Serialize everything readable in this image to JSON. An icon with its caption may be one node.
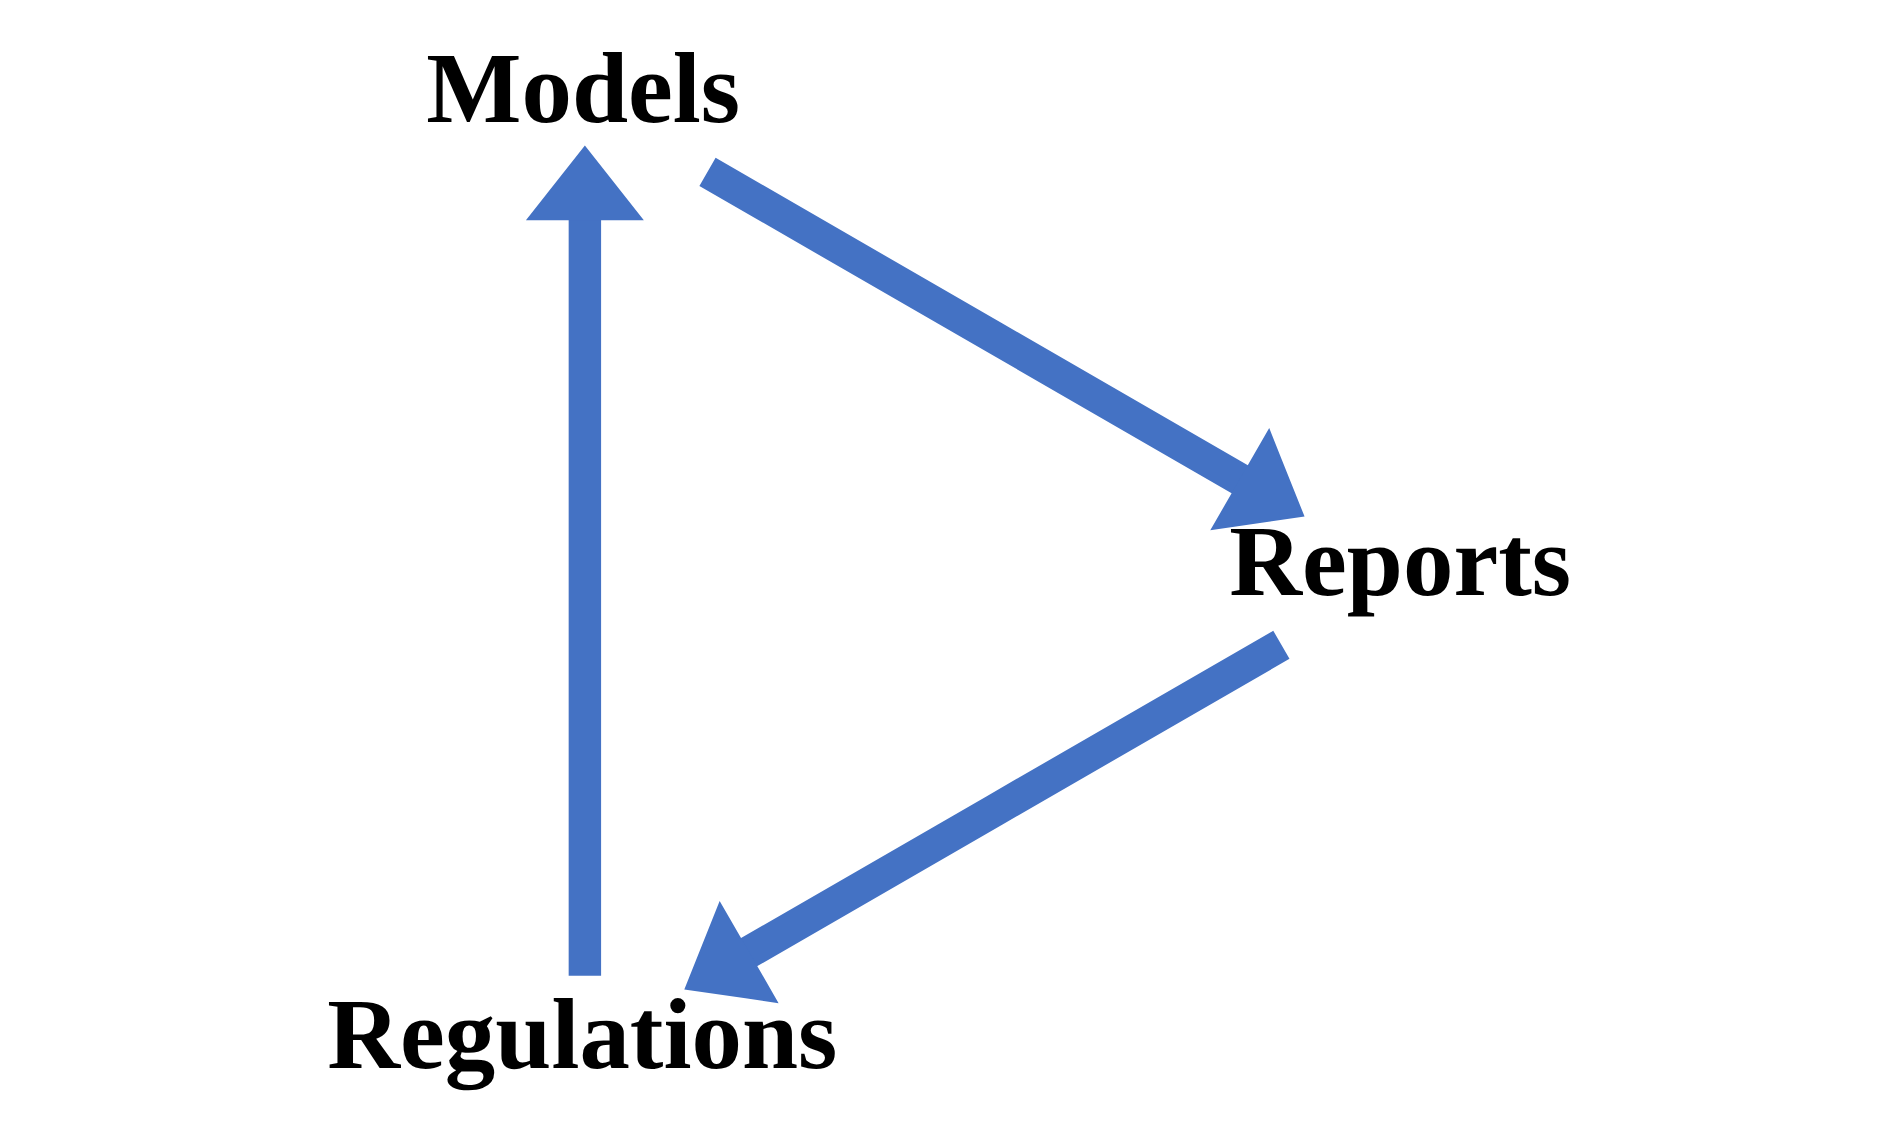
{
  "diagram": {
    "nodes": [
      {
        "text": [
          "Regulations"
        ]
      },
      {
        "text": [
          "Models"
        ]
      },
      {
        "text": [
          "Reports"
        ]
      }
    ],
    "edges": [
      {
        "from": 0,
        "to": 1,
        "arrow": "to"
      },
      {
        "from": 1,
        "to": 2,
        "arrow": "to"
      },
      {
        "from": 2,
        "to": 0,
        "arrow": "to"
      }
    ]
  }
}
